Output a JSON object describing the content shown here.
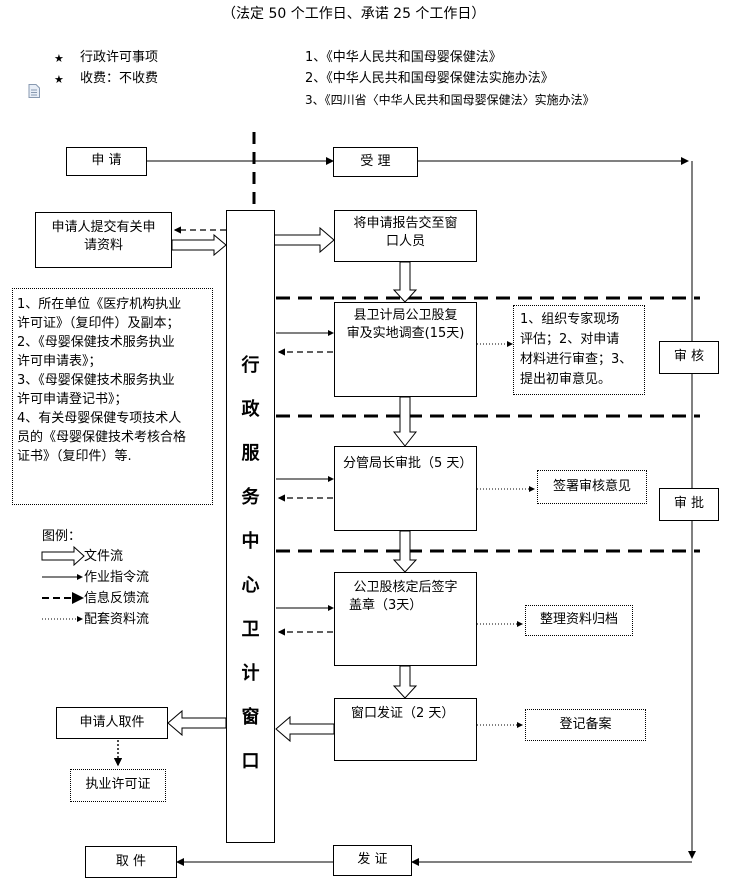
{
  "header": {
    "subtitle": "（法定 50 个工作日、承诺 25 个工作日）"
  },
  "info": {
    "item1": "行政许可事项",
    "item2": "收费：不收费"
  },
  "laws": [
    "1、《中华人民共和国母婴保健法》",
    "2、《中华人民共和国母婴保健法实施办法》",
    "3、《四川省〈中华人民共和国母婴保健法〉实施办法》"
  ],
  "boxes": {
    "apply": "申 请",
    "accept": "受 理",
    "submit_material": [
      "申请人提交有关申",
      "请资料"
    ],
    "forward_window": [
      "将申请报告交至窗",
      "口人员"
    ],
    "county_review": [
      "县卫计局公卫股复",
      "审及实地调查(15天)"
    ],
    "expert_review": [
      "1、组织专家现场",
      "评估；2、对申请",
      "材料进行审查；3、",
      "提出初审意见。"
    ],
    "review": "审 核",
    "director_approve": "分管局长审批（5 天）",
    "sign_opinion": "签署审核意见",
    "approve": "审 批",
    "stamp": [
      "公卫股核定后签字",
      "盖章（3天）"
    ],
    "archive": "整理资料归档",
    "window_issue": "窗口发证（2 天）",
    "register": "登记备案",
    "applicant_pickup": "申请人取件",
    "license": "执业许可证",
    "pickup": "取 件",
    "issue": "发 证"
  },
  "materials": [
    "1、所在单位《医疗机构执业",
    "许可证》（复印件）及副本；",
    "2、《母婴保健技术服务执业",
    "许可申请表》；",
    "3、《母婴保健技术服务执业",
    "许可申请登记书》；",
    "4、有关母婴保健专项技术人",
    "员的《母婴保健技术考核合格",
    "证书》（复印件）等."
  ],
  "center_column": [
    "行",
    "政",
    "服",
    "务",
    "中",
    "心",
    "卫",
    "计",
    "窗",
    "口"
  ],
  "legend": {
    "title": "图例：",
    "items": [
      "文件流",
      "作业指令流",
      "信息反馈流",
      "配套资料流"
    ]
  }
}
